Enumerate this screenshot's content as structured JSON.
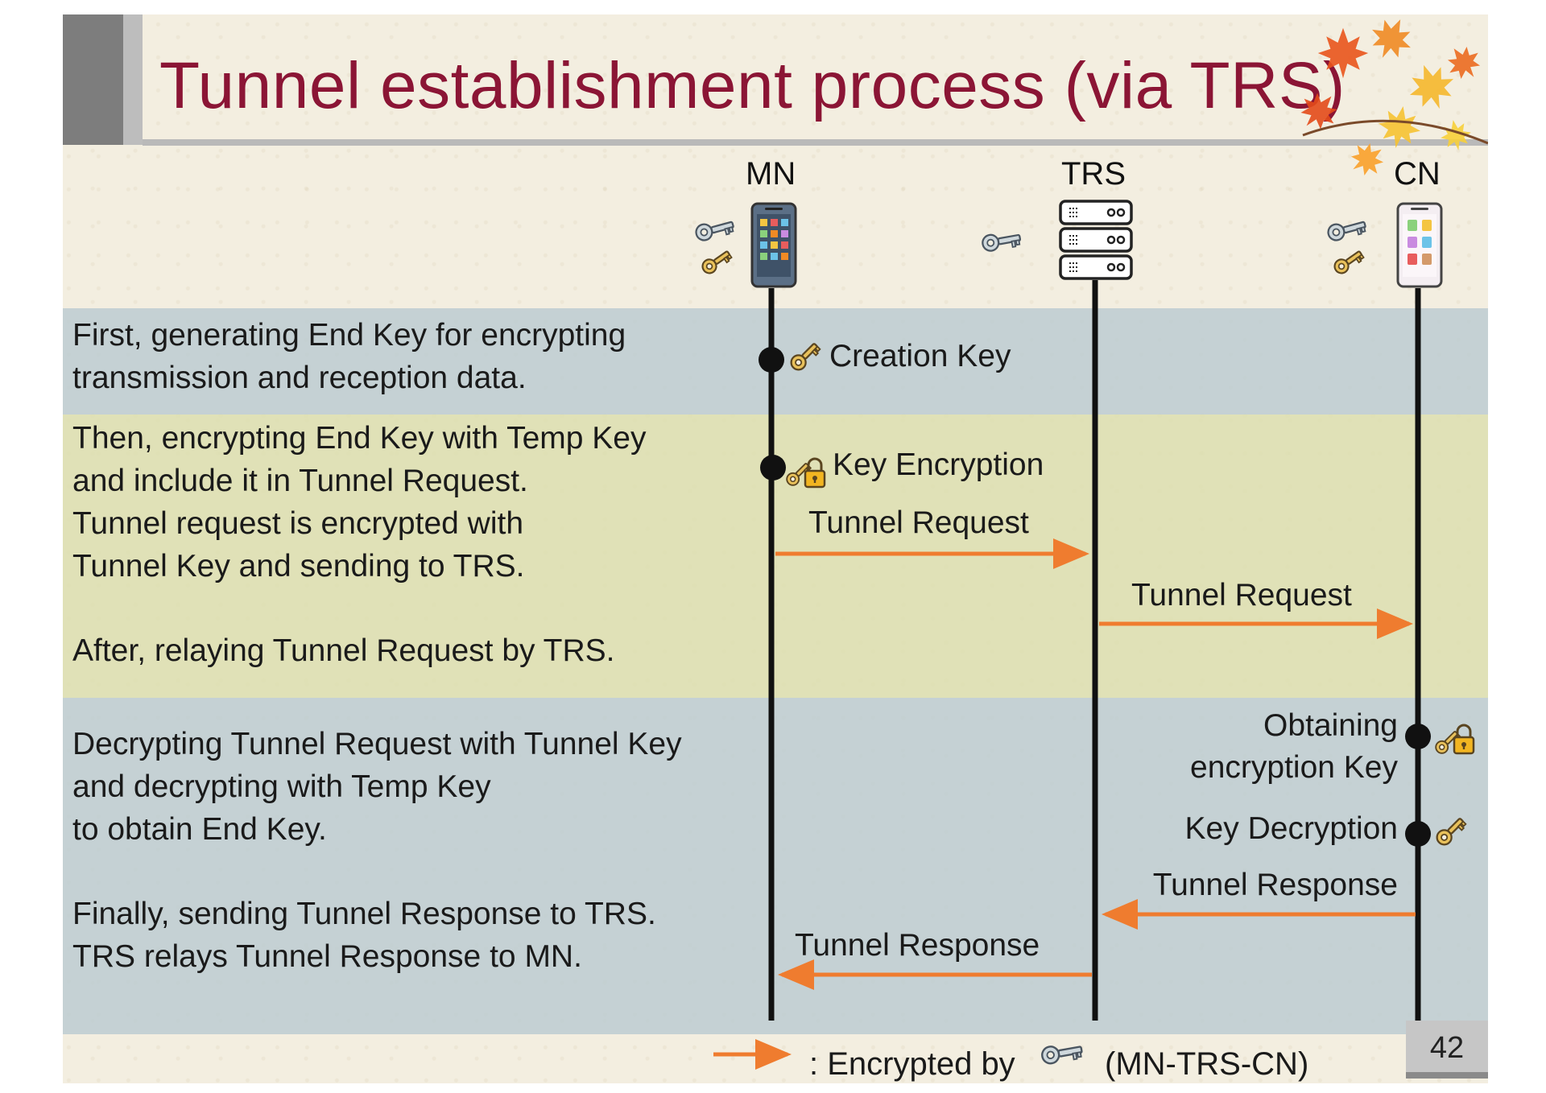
{
  "title": "Tunnel establishment process (via TRS)",
  "nodes": {
    "mn": "MN",
    "trs": "TRS",
    "cn": "CN"
  },
  "steps": {
    "step1": [
      "First, generating End Key for encrypting",
      "transmission and reception data."
    ],
    "step2": [
      "Then, encrypting End Key with Temp Key",
      "and include it in Tunnel Request.",
      "Tunnel request is encrypted with",
      "Tunnel Key and sending to TRS."
    ],
    "step3": "After, relaying Tunnel Request by TRS.",
    "step4": [
      "Decrypting Tunnel Request with Tunnel Key",
      "and decrypting with Temp Key",
      "to obtain End Key."
    ],
    "step5": [
      "Finally, sending Tunnel Response to TRS.",
      "TRS relays Tunnel Response to MN."
    ]
  },
  "events": {
    "creation_key": "Creation Key",
    "key_encryption": "Key Encryption",
    "obtaining_key_1": "Obtaining",
    "obtaining_key_2": "encryption Key",
    "key_decryption": "Key Decryption"
  },
  "messages": {
    "mn_to_trs": "Tunnel Request",
    "trs_to_cn": "Tunnel Request",
    "cn_to_trs": "Tunnel Response",
    "trs_to_mn": "Tunnel Response"
  },
  "legend": {
    "prefix": ": Encrypted by",
    "suffix": "(MN-TRS-CN)"
  },
  "page_number": "42",
  "colors": {
    "title": "#8b1535",
    "arrow": "#ef7c2f",
    "lifeline": "#111111"
  }
}
